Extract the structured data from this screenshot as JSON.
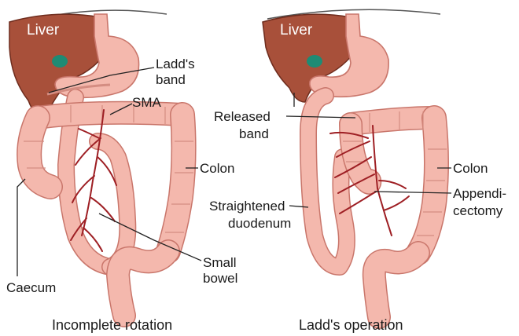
{
  "left_panel": {
    "liver_label": "Liver",
    "ladds_band_line1": "Ladd's",
    "ladds_band_line2": "band",
    "sma_label": "SMA",
    "colon_label": "Colon",
    "caecum_label": "Caecum",
    "small_bowel_line1": "Small",
    "small_bowel_line2": "bowel",
    "caption": "Incomplete rotation"
  },
  "right_panel": {
    "liver_label": "Liver",
    "released_band_line1": "Released",
    "released_band_line2": "band",
    "colon_label": "Colon",
    "appendicectomy_line1": "Appendi-",
    "appendicectomy_line2": "cectomy",
    "duodenum_line1": "Straightened",
    "duodenum_line2": "duodenum",
    "caption": "Ladd's operation"
  },
  "colors": {
    "liver": "#a8503a",
    "bowel": "#f4b8ad",
    "vessel": "#9e1f24",
    "gallbladder": "#1e8b74"
  }
}
